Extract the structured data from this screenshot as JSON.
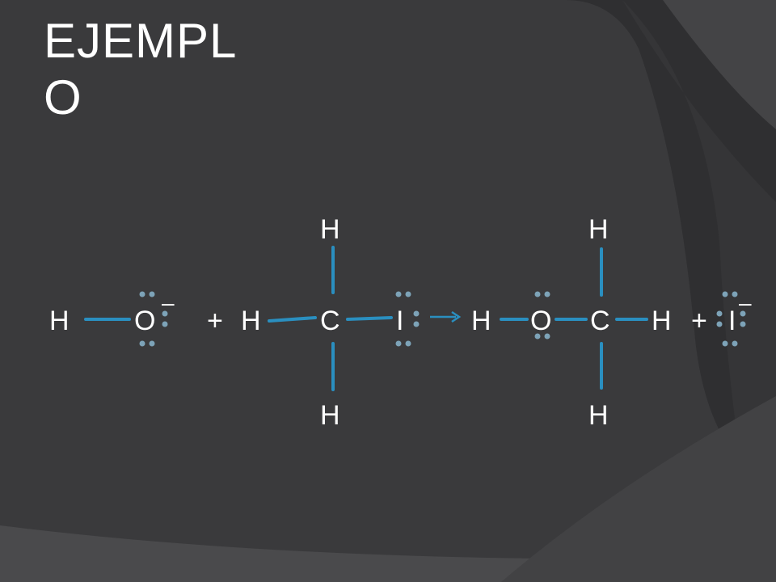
{
  "slide": {
    "title_line1": "EJEMPL",
    "title_line2": "O"
  },
  "equation": {
    "reactant_h": "H",
    "reactant_o": "O",
    "charge_oh": "–",
    "plus_1": "+",
    "ch3i_h_left": "H",
    "ch3i_h_top": "H",
    "ch3i_c": "C",
    "ch3i_i": "I",
    "ch3i_h_bottom": "H",
    "product_h": "H",
    "product_o": "O",
    "product_h_top": "H",
    "product_c": "C",
    "product_h_right": "H",
    "product_h_bottom": "H",
    "plus_2": "+",
    "iodide_i": "I",
    "charge_iodide": "–"
  },
  "colors": {
    "background": "#2f2f31",
    "panel": "#3b3b3d",
    "bond": "#2a8fc0",
    "lone_pair": "#7da3b8",
    "text": "#ffffff"
  }
}
